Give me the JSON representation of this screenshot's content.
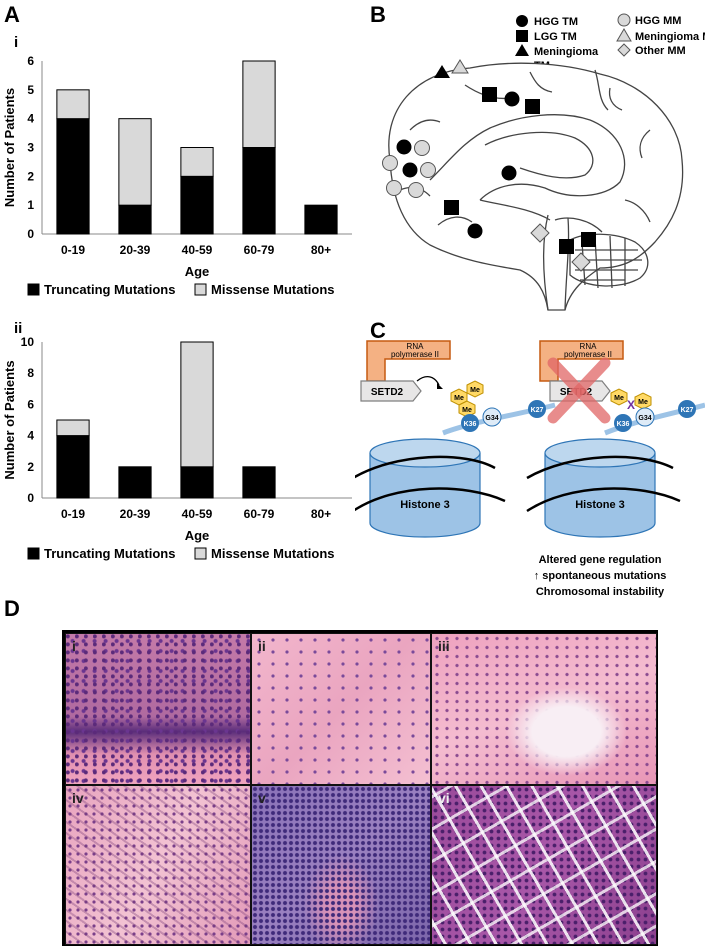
{
  "panel_letters": {
    "a": "A",
    "b": "B",
    "c": "C",
    "d": "D"
  },
  "panel_a": {
    "sub_i": "i",
    "sub_ii": "ii"
  },
  "chart_data": [
    {
      "type": "bar",
      "stacked": true,
      "categories": [
        "0-19",
        "20-39",
        "40-59",
        "60-79",
        "80+"
      ],
      "series": [
        {
          "name": "Truncating Mutations",
          "values": [
            4,
            1,
            2,
            3,
            1
          ],
          "color": "#000000"
        },
        {
          "name": "Missense Mutations",
          "values": [
            1,
            3,
            1,
            3,
            0
          ],
          "color": "#d9d9d9"
        }
      ],
      "xlabel": "Age",
      "ylabel": "Number of Patients",
      "ylim": [
        0,
        6
      ],
      "yticks": [
        0,
        1,
        2,
        3,
        4,
        5,
        6
      ],
      "legend_position": "bottom"
    },
    {
      "type": "bar",
      "stacked": true,
      "categories": [
        "0-19",
        "20-39",
        "40-59",
        "60-79",
        "80+"
      ],
      "series": [
        {
          "name": "Truncating Mutations",
          "values": [
            4,
            2,
            2,
            2,
            0
          ],
          "color": "#000000"
        },
        {
          "name": "Missense Mutations",
          "values": [
            1,
            0,
            8,
            0,
            0
          ],
          "color": "#d9d9d9"
        }
      ],
      "xlabel": "Age",
      "ylabel": "Number of Patients",
      "ylim": [
        0,
        10
      ],
      "yticks": [
        0,
        2,
        4,
        6,
        8,
        10
      ],
      "legend_position": "bottom"
    }
  ],
  "panel_b": {
    "legend": [
      {
        "symbol": "circle",
        "fill": "black",
        "label": "HGG TM"
      },
      {
        "symbol": "square",
        "fill": "black",
        "label": "LGG TM"
      },
      {
        "symbol": "triangle",
        "fill": "black",
        "label": "Meningioma TM"
      },
      {
        "symbol": "circle",
        "fill": "gray",
        "label": "HGG MM"
      },
      {
        "symbol": "triangle",
        "fill": "gray",
        "label": "Meningioma MM"
      },
      {
        "symbol": "diamond",
        "fill": "gray",
        "label": "Other MM"
      }
    ],
    "legend_label_meningioma_tm_line1": "Meningioma",
    "legend_label_meningioma_tm_line2": "TM"
  },
  "panel_c": {
    "rna_pol_line1": "RNA",
    "rna_pol_line2": "polymerase II",
    "setd2": "SETD2",
    "me": "Me",
    "k36": "K36",
    "g34": "G34",
    "k27": "K27",
    "histone": "Histone 3",
    "x_mark": "X",
    "outcomes": [
      "Altered gene regulation",
      "↑ spontaneous mutations",
      "Chromosomal instability"
    ]
  },
  "panel_d": {
    "labels": [
      "i",
      "ii",
      "iii",
      "iv",
      "v",
      "vi"
    ]
  },
  "colors": {
    "brain_fill": "#ffffff",
    "rna_box": "#f4b183",
    "histone": "#9dc3e6",
    "me_hex": "#ffd966",
    "k_node": "#2e75b6",
    "g_node": "#deebf7",
    "cross": "#e06666"
  }
}
